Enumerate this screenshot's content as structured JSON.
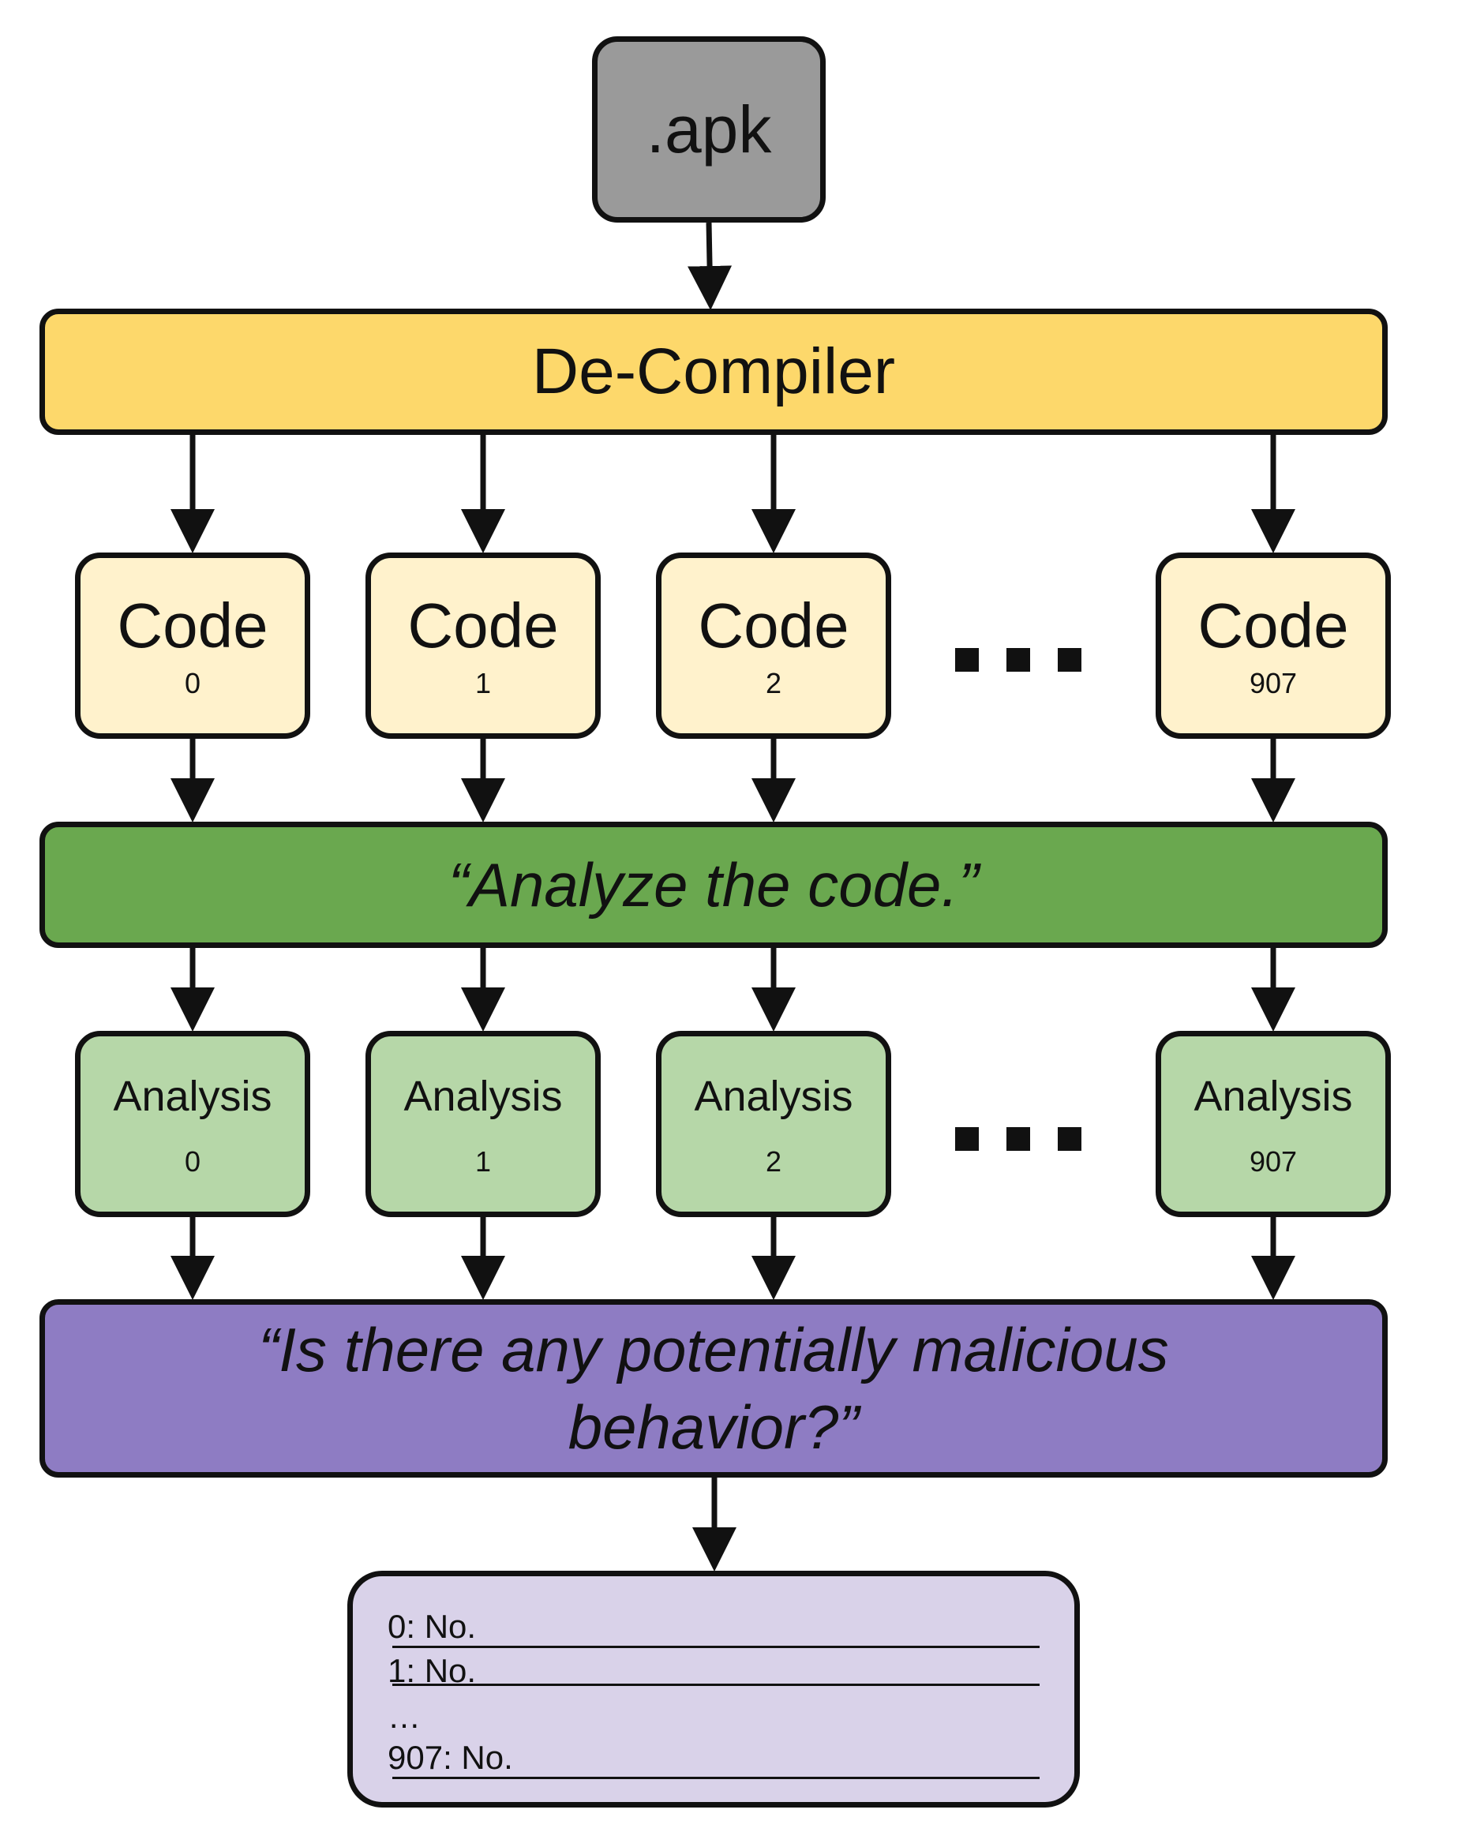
{
  "source": {
    "label": ".apk"
  },
  "decompiler": {
    "label": "De-Compiler"
  },
  "code_boxes": [
    {
      "label": "Code",
      "index": "0"
    },
    {
      "label": "Code",
      "index": "1"
    },
    {
      "label": "Code",
      "index": "2"
    },
    {
      "label": "Code",
      "index": "907"
    }
  ],
  "analyze_prompt": {
    "label": "“Analyze the code.”"
  },
  "analysis_boxes": [
    {
      "label": "Analysis",
      "index": "0"
    },
    {
      "label": "Analysis",
      "index": "1"
    },
    {
      "label": "Analysis",
      "index": "2"
    },
    {
      "label": "Analysis",
      "index": "907"
    }
  ],
  "malicious_prompt": {
    "label": "“Is there any potentially malicious behavior?”"
  },
  "results": [
    {
      "text": "0: No."
    },
    {
      "text": "1: No."
    },
    {
      "text": "…"
    },
    {
      "text": "907: No."
    }
  ],
  "colors": {
    "apk": "#9a9a9a",
    "decompiler": "#fdd86b",
    "code": "#fff2cc",
    "analyze": "#6aa84f",
    "analysis": "#b6d7a8",
    "question": "#8e7cc3",
    "result": "#d9d2e9"
  }
}
